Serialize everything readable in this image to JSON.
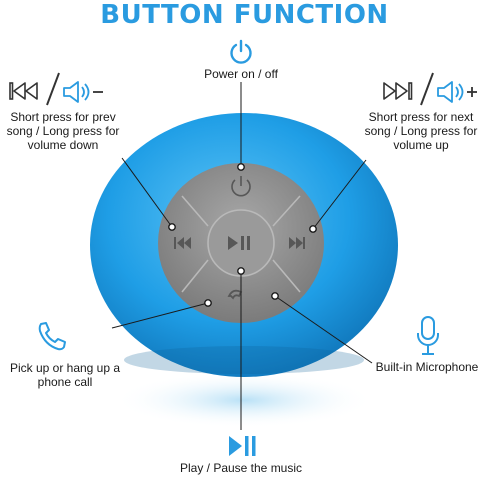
{
  "title": "BUTTON FUNCTION",
  "labels": {
    "power": "Power on / off",
    "prev_line1": "Short press for prev",
    "prev_line2": "song / Long press for",
    "prev_line3": "volume down",
    "next_line1": "Short press for next",
    "next_line2": "song / Long press for",
    "next_line3": "volume up",
    "phone_line1": "Pick up or hang up a",
    "phone_line2": "phone call",
    "mic": "Built-in Microphone",
    "play": "Play / Pause the music"
  },
  "icons": {
    "power": "power-icon",
    "prev": "previous-track-icon",
    "volume_down": "volume-down-icon",
    "next": "next-track-icon",
    "volume_up": "volume-up-icon",
    "phone": "phone-icon",
    "microphone": "microphone-icon",
    "play_pause": "play-pause-icon"
  },
  "colors": {
    "accent": "#2a9be0",
    "speaker_body": "#1f9ee6",
    "button_panel": "#8f8f8f",
    "icon_gray": "#333333"
  }
}
